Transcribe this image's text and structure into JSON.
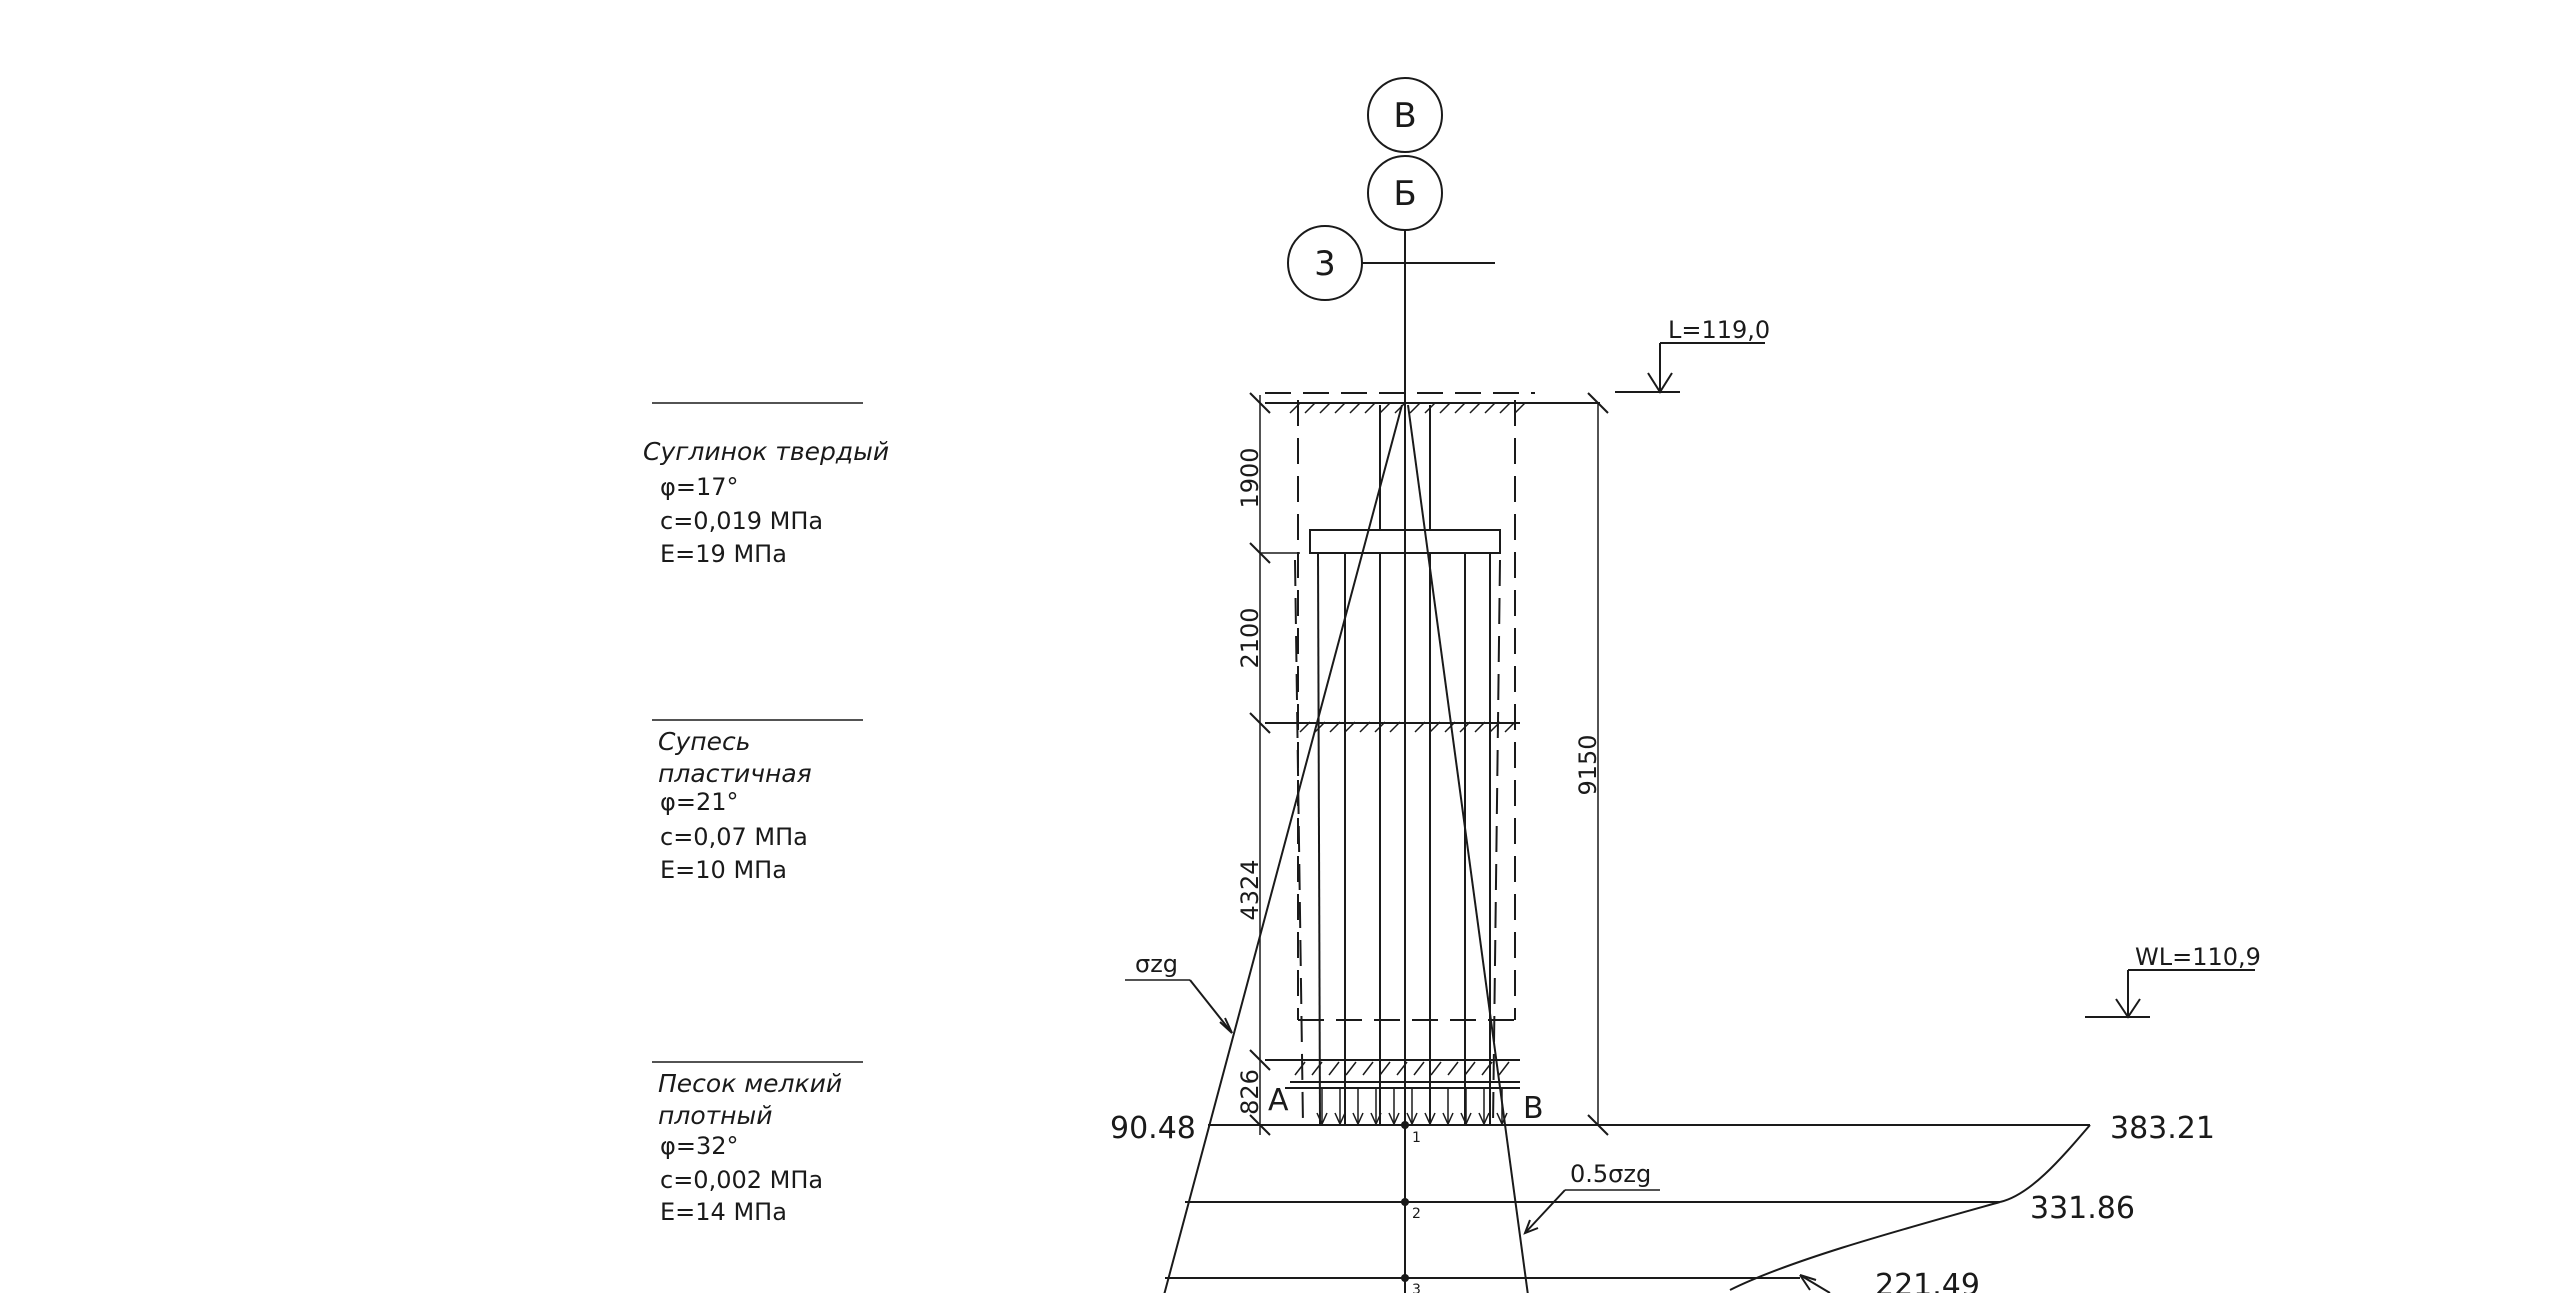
{
  "axes": {
    "first": "В",
    "second": "Б",
    "third": "3"
  },
  "levels": {
    "ground": "L=119,0",
    "water": "WL=110,9"
  },
  "layers": [
    {
      "name": "Суглинок твердый",
      "phi": "φ=17°",
      "c": "c=0,019 МПа",
      "e": "E=19 МПа"
    },
    {
      "name_line1": "Супесь",
      "name_line2": "пластичная",
      "phi": "φ=21°",
      "c": "c=0,07 МПа",
      "e": "E=10 МПа"
    },
    {
      "name_line1": "Песок мелкий",
      "name_line2": "плотный",
      "phi": "φ=32°",
      "c": "c=0,002 МПа",
      "e": "E=14 МПа"
    }
  ],
  "dimensions": {
    "d1": "1900",
    "d2": "2100",
    "d3": "4324",
    "d4": "826",
    "total": "9150"
  },
  "labels": {
    "szg": "σzg",
    "half_szg": "0.5σzg",
    "point_a": "A",
    "point_b": "B"
  },
  "stress_values": {
    "left": "90.48",
    "p1": "383.21",
    "p2": "331.86",
    "p3": "221.49"
  },
  "point_numbers": [
    "1",
    "2",
    "3"
  ]
}
